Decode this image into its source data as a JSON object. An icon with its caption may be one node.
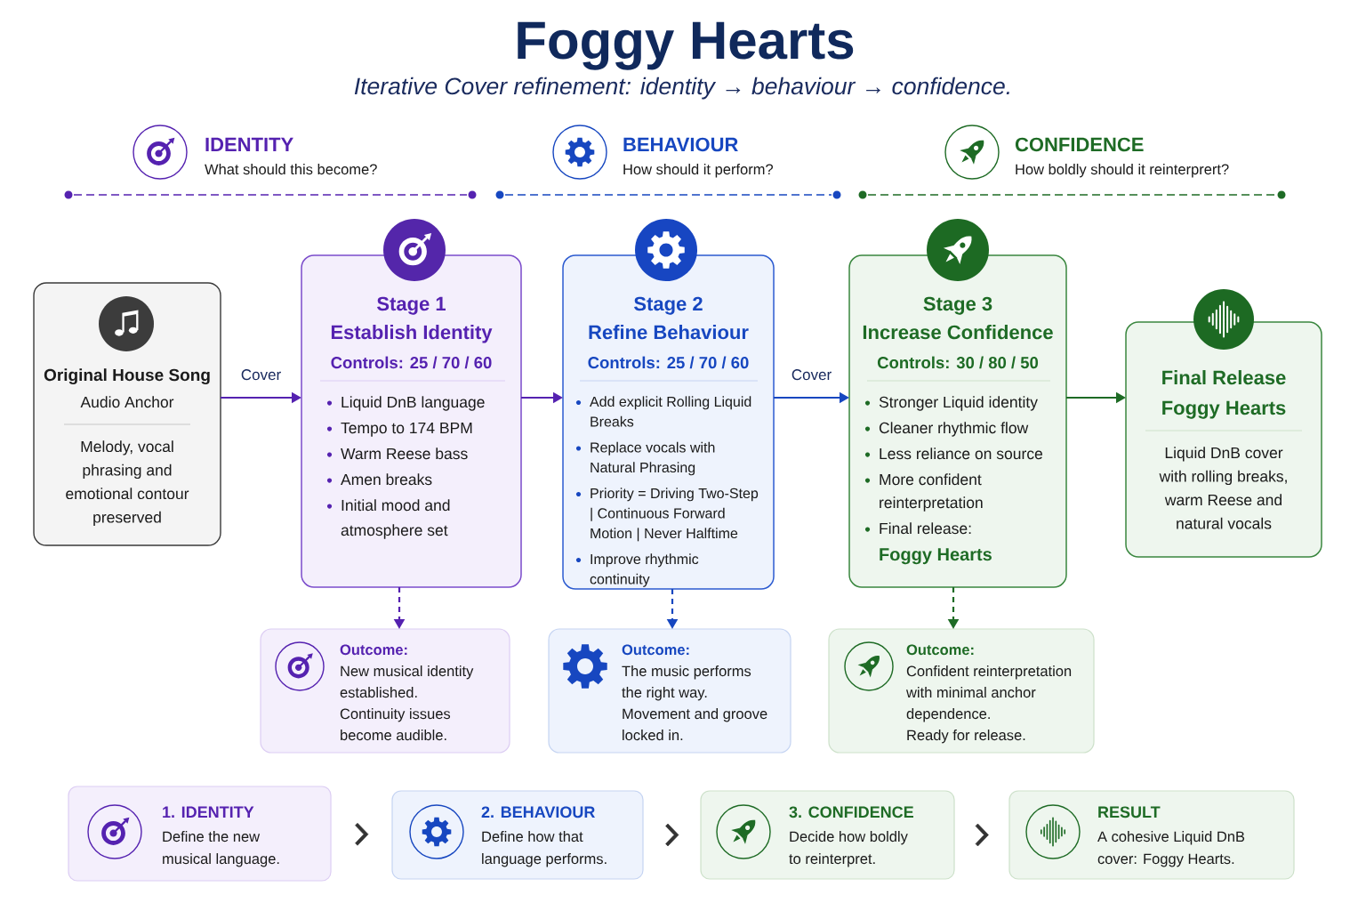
{
  "diagram": {
    "title": "Foggy Hearts",
    "nodes": [
      {
        "text": [
          "Original House Song",
          "Audio Anchor",
          "Melody, vocal phrasing and emotional contour preserved"
        ]
      },
      {
        "text": [
          "Stage 1",
          "Establish Identity",
          "Controls: 25 / 70 / 60",
          "Liquid DnB language",
          "Tempo to 174 BPM",
          "Warm Reese bass",
          "Amen breaks",
          "Initial mood and atmosphere set"
        ]
      },
      {
        "text": [
          "Stage 2",
          "Refine Behaviour",
          "Controls: 25 / 70 / 60",
          "Add explicit Rolling Liquid Breaks",
          "Replace vocals with Natural Phrasing",
          "Priority = Driving Two-Step | Continuous Forward Motion | Never Halftime",
          "Improve rhythmic continuity"
        ]
      },
      {
        "text": [
          "Stage 3",
          "Increase Confidence",
          "Controls: 30 / 80 / 50",
          "Stronger Liquid identity",
          "Cleaner rhythmic flow",
          "Less reliance on source",
          "More confident reinterpretation",
          "Final release:",
          "Foggy Hearts"
        ]
      },
      {
        "text": [
          "Final Release",
          "Foggy Hearts",
          "Liquid DnB cover with rolling breaks, warm Reese and natural vocals"
        ]
      },
      {
        "text": [
          "Outcome:",
          "New musical identity established.",
          "Continuity issues become audible."
        ]
      },
      {
        "text": [
          "Outcome:",
          "The music performs the right way.",
          "Movement and groove locked in."
        ]
      },
      {
        "text": [
          "Outcome:",
          "Confident reinterpretation with minimal anchor dependence.",
          "Ready for release."
        ]
      },
      {
        "text": [
          "1. IDENTITY",
          "Define the new musical language."
        ]
      },
      {
        "text": [
          "2. BEHAVIOUR",
          "Define how that language performs."
        ]
      },
      {
        "text": [
          "3. CONFIDENCE",
          "Decide how boldly to reinterpret."
        ]
      },
      {
        "text": [
          "RESULT",
          "A cohesive Liquid DnB cover: Foggy Hearts."
        ]
      }
    ],
    "edges": [
      {
        "from": 0,
        "to": 1,
        "arrow": "to",
        "label": "Cover",
        "color": "#5522b0"
      },
      {
        "from": 1,
        "to": 2,
        "arrow": "to",
        "color": "#5522b0"
      },
      {
        "from": 2,
        "to": 3,
        "arrow": "to",
        "label": "Cover",
        "color": "#1747c0"
      },
      {
        "from": 3,
        "to": 4,
        "arrow": "to",
        "color": "#1e6b25"
      },
      {
        "from": 1,
        "to": 5,
        "arrow": "to",
        "style": "dashed",
        "color": "#5522b0"
      },
      {
        "from": 2,
        "to": 6,
        "arrow": "to",
        "style": "dashed",
        "color": "#1747c0"
      },
      {
        "from": 3,
        "to": 7,
        "arrow": "to",
        "style": "dashed",
        "color": "#1e6b25"
      },
      {
        "from": 8,
        "to": 9,
        "arrow": "to",
        "color": "#333333"
      },
      {
        "from": 9,
        "to": 10,
        "arrow": "to",
        "color": "#333333"
      },
      {
        "from": 10,
        "to": 11,
        "arrow": "to",
        "color": "#333333"
      }
    ],
    "labels": [
      "Iterative Cover refinement: identity → behaviour → confidence.",
      "IDENTITY",
      "What should this become?",
      "BEHAVIOUR",
      "How should it perform?",
      "CONFIDENCE",
      "How boldly should it reinterprert?"
    ]
  }
}
